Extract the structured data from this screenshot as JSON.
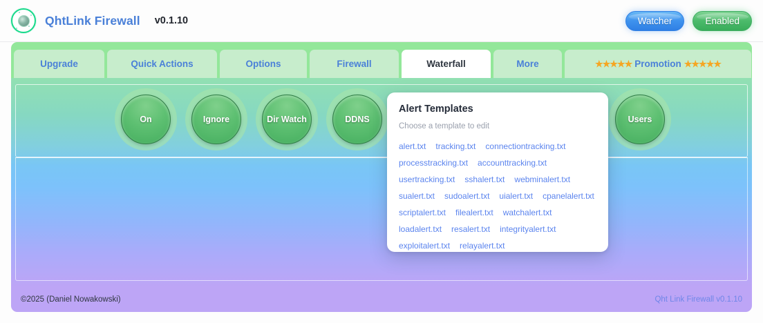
{
  "header": {
    "logo_icon": "circular-network-logo-icon",
    "brand_name": "QhtLink Firewall",
    "version": "v0.1.10",
    "watcher_label": "Watcher",
    "enabled_label": "Enabled",
    "watcher_color": "#3f93ee",
    "enabled_color": "#4cbb6b"
  },
  "tabs": [
    {
      "label": "Upgrade",
      "active": false
    },
    {
      "label": "Quick Actions",
      "active": false
    },
    {
      "label": "Options",
      "active": false
    },
    {
      "label": "Firewall",
      "active": false
    },
    {
      "label": "Waterfall",
      "active": true
    },
    {
      "label": "More",
      "active": false
    },
    {
      "label": "Promotion",
      "active": false,
      "stars_left": "★★★★★",
      "stars_right": "★★★★★",
      "star_color": "#f5a623"
    }
  ],
  "circles": [
    {
      "label": "On"
    },
    {
      "label": "Ignore"
    },
    {
      "label": "Dir Watch"
    },
    {
      "label": "DDNS"
    },
    {
      "label": "Users"
    }
  ],
  "popup": {
    "title": "Alert Templates",
    "subtitle": "Choose a template to edit",
    "templates": [
      "alert.txt",
      "tracking.txt",
      "connectiontracking.txt",
      "processtracking.txt",
      "accounttracking.txt",
      "usertracking.txt",
      "sshalert.txt",
      "webminalert.txt",
      "sualert.txt",
      "sudoalert.txt",
      "uialert.txt",
      "cpanelalert.txt",
      "scriptalert.txt",
      "filealert.txt",
      "watchalert.txt",
      "loadalert.txt",
      "resalert.txt",
      "integrityalert.txt",
      "exploitalert.txt",
      "relayalert.txt"
    ]
  },
  "footer": {
    "copyright": "©2025 (Daniel Nowakowski)",
    "product_link": "Qht Link Firewall v0.1.10"
  }
}
